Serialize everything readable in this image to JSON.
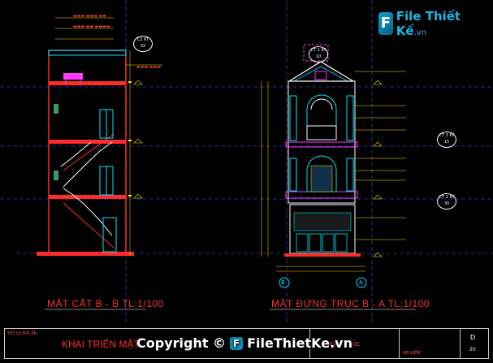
{
  "drawing": {
    "section_title": "MẶT CẮT B - B TL:1/100",
    "elevation_title": "MẶT ĐỨNG TRỤC B - A  TL:1/100",
    "sheet_title": "KHAI TRIỂN MẶT",
    "firm_label": "KIẾN TRÚC",
    "drawer_label": "HỒ SƠ/ĐỒ ÁN",
    "sheet_code": "D",
    "sheet_no": "20",
    "approval_label": "NĐ KIỂM"
  },
  "refs": {
    "section_ref": "C2 KT 02",
    "elev_ref_top": "CT 1 KT 10",
    "elev_ref_mid": "CT 3 KT 15",
    "elev_ref_low": "CT 2 KT 30",
    "axis_left": "B",
    "axis_right": "A"
  },
  "logo": {
    "main": "File Thiết Kế",
    "suffix": ".vn"
  },
  "watermark": {
    "prefix": "Copyright ©",
    "brand": "FileThietKe.vn"
  },
  "colors": {
    "background": "#000000",
    "red": "#ff2a2a",
    "cyan": "#00e5ff",
    "yellow": "#ffe400",
    "magenta": "#ff39ff",
    "white": "#ffffff"
  }
}
